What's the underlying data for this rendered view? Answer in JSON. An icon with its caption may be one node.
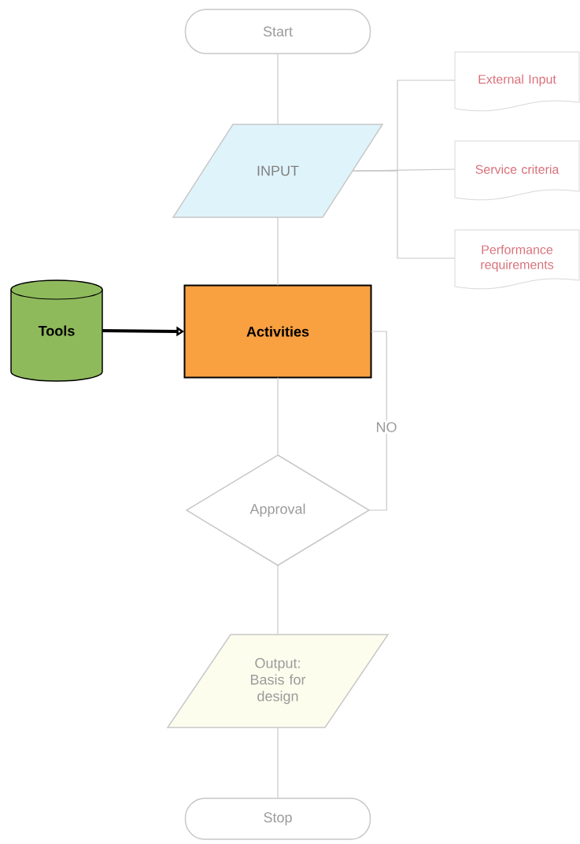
{
  "diagram": {
    "nodes": [
      {
        "text": [
          "Start"
        ]
      },
      {
        "text": [
          "INPUT"
        ]
      },
      {
        "text": [
          "External Input"
        ]
      },
      {
        "text": [
          "Service criteria"
        ]
      },
      {
        "text": [
          "Performance requirements"
        ]
      },
      {
        "text": [
          "Tools"
        ]
      },
      {
        "text": [
          "Activities"
        ]
      },
      {
        "text": [
          "Approval"
        ]
      },
      {
        "text": [
          "Output: Basis for design"
        ]
      },
      {
        "text": [
          "Stop"
        ]
      }
    ],
    "edges": [
      {
        "from": 0,
        "to": 1,
        "arrow": "none"
      },
      {
        "from": 1,
        "to": 2,
        "arrow": "none"
      },
      {
        "from": 1,
        "to": 3,
        "arrow": "none"
      },
      {
        "from": 1,
        "to": 4,
        "arrow": "none"
      },
      {
        "from": 1,
        "to": 6,
        "arrow": "none"
      },
      {
        "from": 5,
        "to": 6,
        "arrow": "to",
        "style": "thick",
        "color": "#000000"
      },
      {
        "from": 6,
        "to": 7,
        "arrow": "none"
      },
      {
        "from": 7,
        "to": 6,
        "arrow": "none",
        "label": "NO"
      },
      {
        "from": 7,
        "to": 8,
        "arrow": "none"
      },
      {
        "from": 8,
        "to": 9,
        "arrow": "none"
      }
    ]
  }
}
